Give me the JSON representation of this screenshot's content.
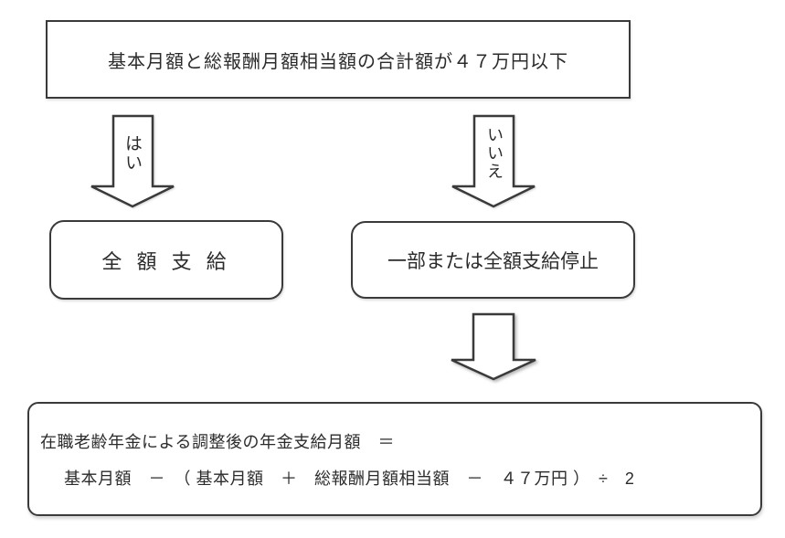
{
  "diagram": {
    "decision_box": {
      "text": "基本月額と総報酬月額相当額の合計額が４７万円以下"
    },
    "branches": {
      "yes_label": "はい",
      "no_label": "いいえ"
    },
    "outcome_full": {
      "text": "全 額 支 給"
    },
    "outcome_partial": {
      "text": "一部または全額支給停止"
    },
    "formula_box": {
      "line1": "在職老齢年金による調整後の年金支給月額　＝",
      "line2": "基本月額　－　（ 基本月額　＋　総報酬月額相当額　－　４７万円 ）　÷　2"
    },
    "colors": {
      "line": "#3a3a3a",
      "text": "#2b2b2b",
      "background": "#ffffff"
    }
  }
}
